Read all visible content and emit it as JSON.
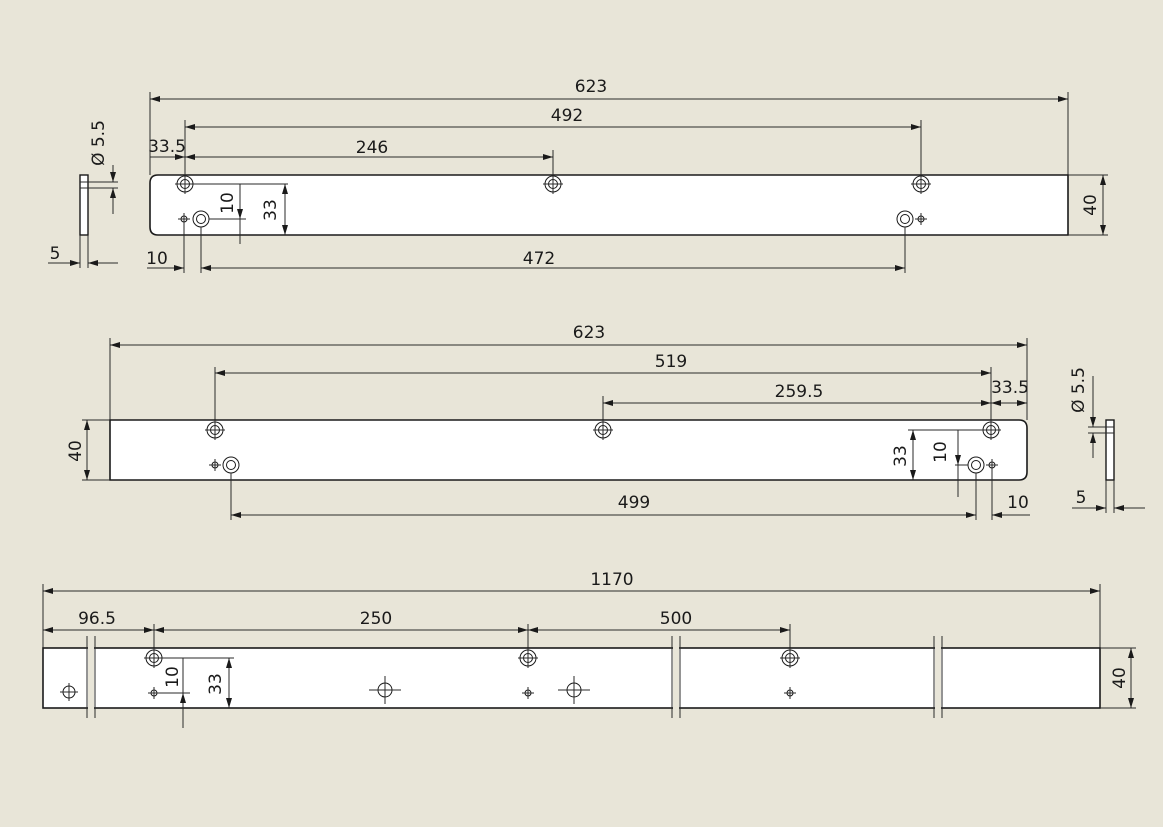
{
  "top_view": {
    "overall": "623",
    "span_outer": "492",
    "span_inner": "246",
    "edge_offset": "33.5",
    "row_gap": "10",
    "hole_height": "33",
    "plate_height": "40",
    "bottom_offset": "10",
    "bottom_span": "472"
  },
  "top_side": {
    "diameter": "Ø 5.5",
    "thickness": "5"
  },
  "middle_view": {
    "overall": "623",
    "span_outer": "519",
    "span_inner": "259.5",
    "edge_offset": "33.5",
    "plate_height": "40",
    "hole_height": "33",
    "row_gap": "10",
    "bottom_span": "499",
    "bottom_offset": "10"
  },
  "middle_side": {
    "diameter": "Ø 5.5",
    "thickness": "5"
  },
  "bottom_view": {
    "overall": "1170",
    "edge_offset": "96.5",
    "span_1": "250",
    "span_2": "500",
    "row_gap": "10",
    "hole_height": "33",
    "plate_height": "40"
  }
}
